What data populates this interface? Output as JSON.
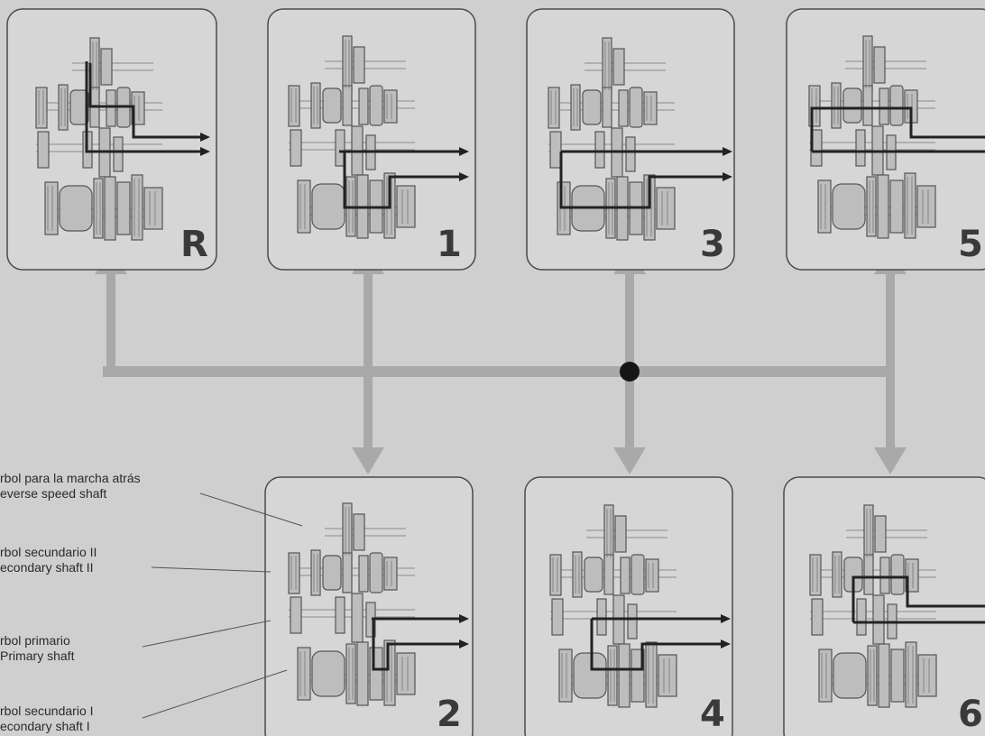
{
  "panels": [
    {
      "id": "R",
      "label": "R"
    },
    {
      "id": "1",
      "label": "1"
    },
    {
      "id": "3",
      "label": "3"
    },
    {
      "id": "5",
      "label": "5"
    },
    {
      "id": "2",
      "label": "2"
    },
    {
      "id": "4",
      "label": "4"
    },
    {
      "id": "6",
      "label": "6"
    }
  ],
  "callouts": [
    {
      "es": "rbol para la marcha atrás",
      "en": "everse speed shaft"
    },
    {
      "es": "rbol secundario II",
      "en": "econdary shaft II"
    },
    {
      "es": "rbol primario",
      "en": "Primary shaft"
    },
    {
      "es": "rbol secundario I",
      "en": "econdary shaft I"
    }
  ],
  "colors": {
    "background": "#cfcfcf",
    "panel_fill": "#d6d6d6",
    "panel_border": "#4a4a4a",
    "selector_arrow": "#a9a9a9",
    "selector_hub": "#151515",
    "power_path": "#222222",
    "gear_fill": "#bdbdbd",
    "gear_stroke": "#555555"
  }
}
